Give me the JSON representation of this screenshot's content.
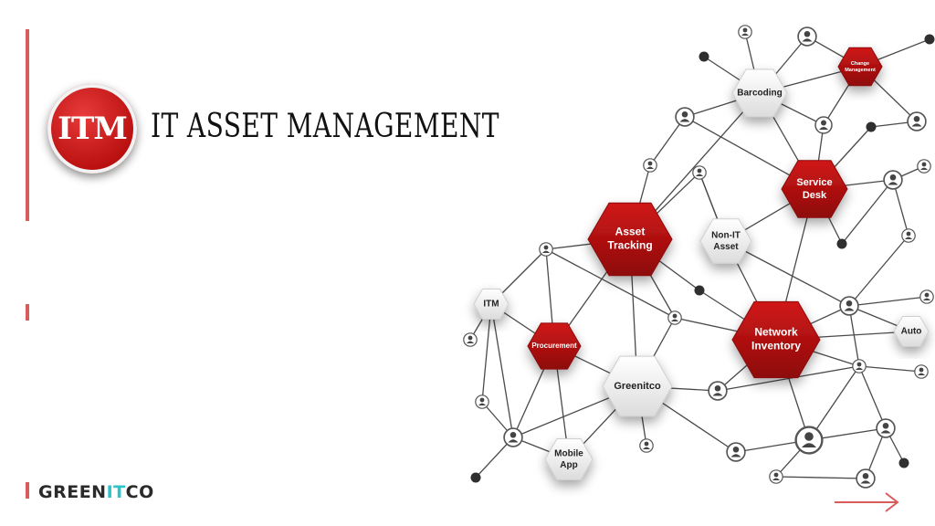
{
  "logo": {
    "text": "ITM"
  },
  "title": "IT ASSET MANAGEMENT",
  "brand": {
    "part1": "GREEN",
    "part2": "IT",
    "part3": "CO"
  },
  "colors": {
    "accent": "#d95c5c",
    "hex_red": "#b70f0f",
    "hex_gray": "#eeeeee",
    "brand_highlight": "#2cc3c9"
  },
  "icons": {
    "person": "user-lock-icon",
    "arrow": "arrow-right-icon"
  },
  "nodes": {
    "barcoding": [
      "Barcoding"
    ],
    "change_management": [
      "Change",
      "Management"
    ],
    "service_desk": [
      "Service",
      "Desk"
    ],
    "asset_tracking": [
      "Asset",
      "Tracking"
    ],
    "non_it_asset": [
      "Non-IT",
      "Asset"
    ],
    "itm": [
      "ITM"
    ],
    "procurement": [
      "Procurement"
    ],
    "network_inventory": [
      "Network",
      "Inventory"
    ],
    "auto": [
      "Auto"
    ],
    "greenitco": [
      "Greenitco"
    ],
    "mobile_app": [
      "Mobile",
      "App"
    ]
  }
}
